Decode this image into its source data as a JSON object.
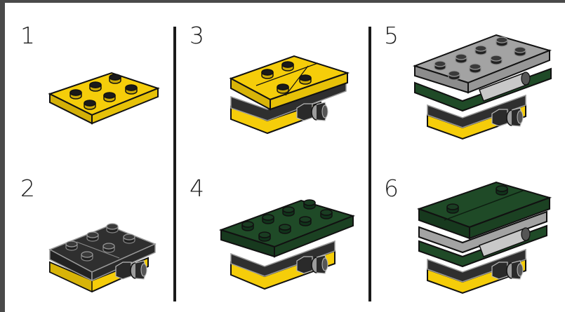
{
  "steps": [
    {
      "number": "1"
    },
    {
      "number": "2"
    },
    {
      "number": "3"
    },
    {
      "number": "4"
    },
    {
      "number": "5"
    },
    {
      "number": "6"
    }
  ],
  "colors": {
    "yellow": "#f5cd0a",
    "black": "#2f2f2f",
    "dark_green": "#1f4a27",
    "light_gray": "#a3a3a3",
    "outline": "#111111"
  }
}
